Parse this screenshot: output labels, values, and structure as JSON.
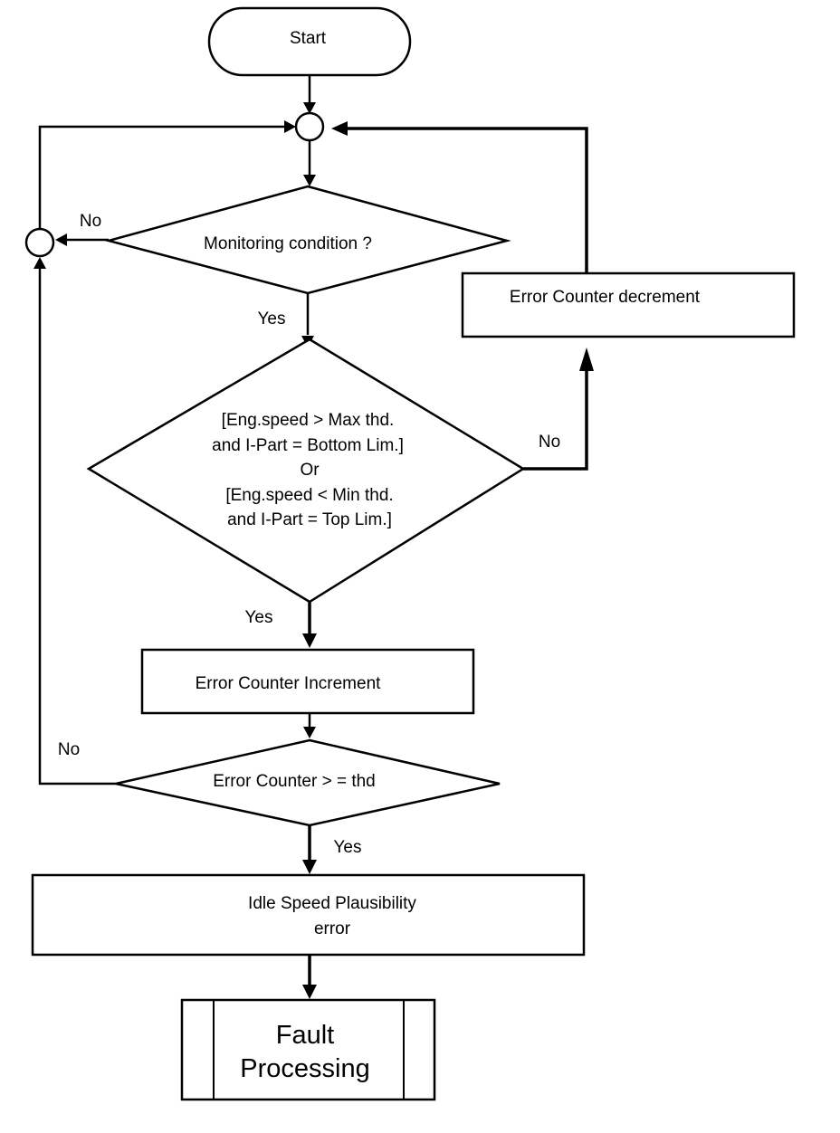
{
  "nodes": {
    "start": "Start",
    "monitoring": "Monitoring condition ?",
    "condition": {
      "line1": "[Eng.speed > Max thd.",
      "line2": "and I-Part = Bottom Lim.]",
      "line3": "Or",
      "line4": "[Eng.speed < Min thd.",
      "line5": "and I-Part = Top Lim.]"
    },
    "decrement": "Error Counter decrement",
    "increment": "Error Counter Increment",
    "threshold": "Error Counter > = thd",
    "error": {
      "line1": "Idle Speed Plausibility",
      "line2": "error"
    },
    "fault": {
      "line1": "Fault",
      "line2": "Processing"
    }
  },
  "edges": {
    "monitoring_no": "No",
    "monitoring_yes": "Yes",
    "condition_no": "No",
    "condition_yes": "Yes",
    "threshold_no": "No",
    "threshold_yes": "Yes"
  },
  "colors": {
    "stroke": "#000000",
    "background": "#ffffff"
  }
}
